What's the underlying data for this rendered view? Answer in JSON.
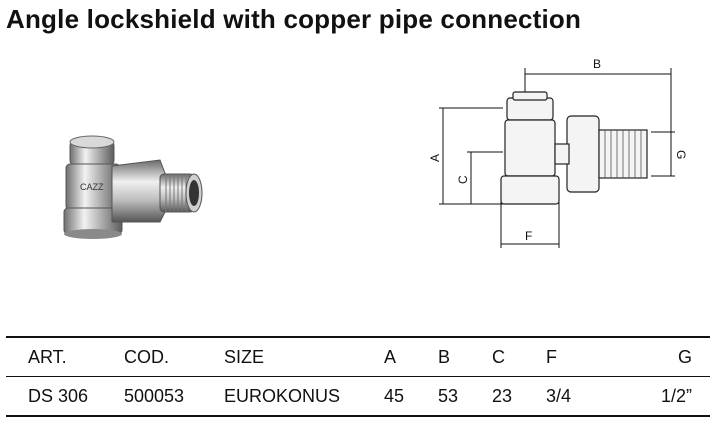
{
  "title": "Angle lockshield with copper pipe connection",
  "photo": {
    "brand_mark": "CAZZ"
  },
  "drawing": {
    "dimension_labels": [
      "B",
      "A",
      "C",
      "G",
      "F"
    ]
  },
  "table": {
    "headers": [
      "ART.",
      "COD.",
      "SIZE",
      "A",
      "B",
      "C",
      "F",
      "G"
    ],
    "rows": [
      [
        "DS 306",
        "500053",
        "EUROKONUS",
        "45",
        "53",
        "23",
        "3/4",
        "1/2”"
      ]
    ]
  },
  "colors": {
    "text": "#111111",
    "rule": "#111111",
    "metal_light": "#e8e8e8",
    "metal_dark": "#7a7a7a"
  }
}
